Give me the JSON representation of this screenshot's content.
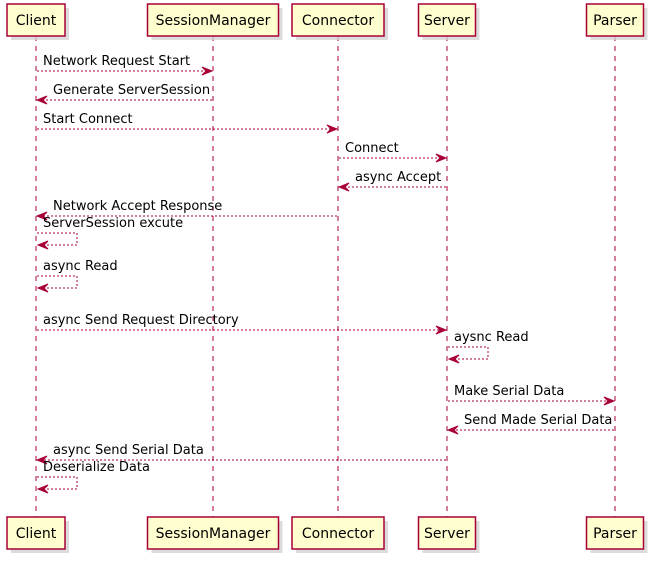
{
  "diagram": {
    "type": "sequence",
    "colors": {
      "participant_fill": "#FEFECE",
      "border": "#A80036",
      "arrow": "#A80036",
      "text": "#000000"
    },
    "participants": [
      {
        "id": "client",
        "label": "Client"
      },
      {
        "id": "sessionmanager",
        "label": "SessionManager"
      },
      {
        "id": "connector",
        "label": "Connector"
      },
      {
        "id": "server",
        "label": "Server"
      },
      {
        "id": "parser",
        "label": "Parser"
      }
    ],
    "messages": [
      {
        "from": "client",
        "to": "sessionmanager",
        "label": "Network Request Start"
      },
      {
        "from": "sessionmanager",
        "to": "client",
        "label": "Generate ServerSession"
      },
      {
        "from": "client",
        "to": "connector",
        "label": "Start Connect"
      },
      {
        "from": "connector",
        "to": "server",
        "label": "Connect"
      },
      {
        "from": "server",
        "to": "connector",
        "label": "async Accept"
      },
      {
        "from": "connector",
        "to": "client",
        "label": "Network Accept Response"
      },
      {
        "from": "client",
        "to": "client",
        "label": "ServerSession excute"
      },
      {
        "from": "client",
        "to": "client",
        "label": "async Read"
      },
      {
        "from": "client",
        "to": "server",
        "label": "async Send Request Directory"
      },
      {
        "from": "server",
        "to": "server",
        "label": "aysnc Read"
      },
      {
        "from": "server",
        "to": "parser",
        "label": "Make Serial Data"
      },
      {
        "from": "parser",
        "to": "server",
        "label": "Send Made Serial Data"
      },
      {
        "from": "server",
        "to": "client",
        "label": "async Send Serial Data"
      },
      {
        "from": "client",
        "to": "client",
        "label": "Deserialize Data"
      }
    ]
  }
}
